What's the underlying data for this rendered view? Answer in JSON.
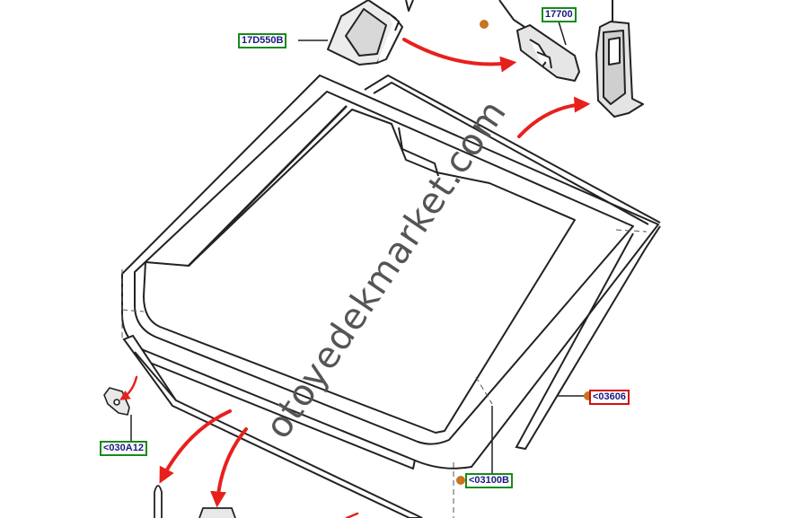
{
  "parts": {
    "mirror_cover": {
      "label": "17D550B",
      "border": "green"
    },
    "rear_view_mirror": {
      "label": "17700",
      "border": "green"
    },
    "moulding": {
      "label": "<03606",
      "border": "red"
    },
    "windshield": {
      "label": "<03100B",
      "border": "green"
    },
    "clip": {
      "label": "<030A12",
      "border": "green"
    }
  },
  "watermark": "otoyedekmarket.com",
  "colors": {
    "label_text": "#1a1a80",
    "label_border_green": "#1a8a1a",
    "label_border_red": "#d01010",
    "arrow": "#e8201c",
    "marker_dot": "#c87420",
    "line": "#222222"
  }
}
